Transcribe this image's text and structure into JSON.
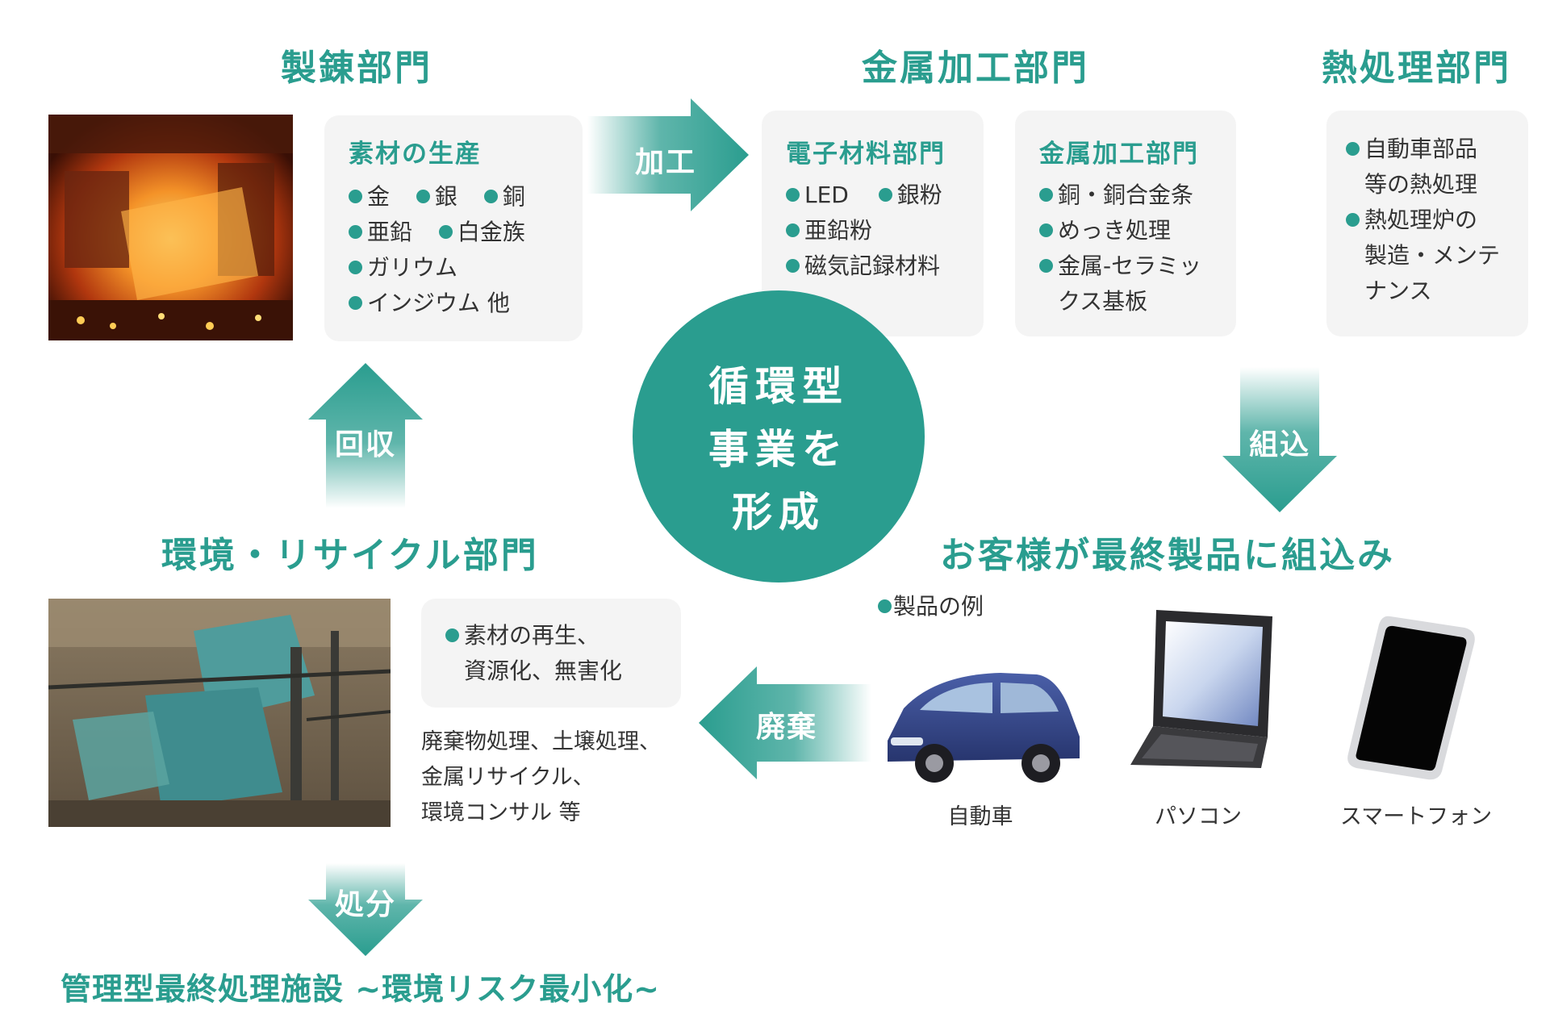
{
  "colors": {
    "accent": "#2a9d8f",
    "card_bg": "#f4f4f4"
  },
  "headings": {
    "smelting": "製錬部門",
    "metal_processing": "金属加工部門",
    "heat_treatment": "熱処理部門",
    "environment_recycling": "環境・リサイクル部門",
    "customer_products": "お客様が最終製品に組込み",
    "landfill": "管理型最終処理施設 ~環境リスク最小化~"
  },
  "center": {
    "line1": "循環型",
    "line2": "事業を",
    "line3": "形成"
  },
  "arrows": {
    "process": "加工",
    "assemble": "組込",
    "dispose": "廃棄",
    "collect": "回収",
    "disposal": "処分"
  },
  "cards": {
    "materials": {
      "title": "素材の生産",
      "row1": [
        "金",
        "銀",
        "銅"
      ],
      "row2": [
        "亜鉛",
        "白金族"
      ],
      "row3": "ガリウム",
      "row4": "インジウム 他"
    },
    "electronic": {
      "title": "電子材料部門",
      "row1": [
        "LED",
        "銀粉"
      ],
      "row2": "亜鉛粉",
      "row3": "磁気記録材料"
    },
    "metalwork": {
      "title": "金属加工部門",
      "row1": "銅・銅合金条",
      "row2": "めっき処理",
      "row3a": "金属-セラミッ",
      "row3b": "クス基板"
    },
    "heat": {
      "item1a": "自動車部品",
      "item1b": "等の熱処理",
      "item2a": "熱処理炉の",
      "item2b": "製造・メンテ",
      "item2c": "ナンス"
    },
    "recycling": {
      "item1a": "素材の再生、",
      "item1b": "資源化、無害化"
    }
  },
  "recycling_desc": {
    "line1": "廃棄物処理、土壌処理、",
    "line2": "金属リサイクル、",
    "line3": "環境コンサル 等"
  },
  "products": {
    "label": "製品の例",
    "car": "自動車",
    "pc": "パソコン",
    "phone": "スマートフォン"
  }
}
